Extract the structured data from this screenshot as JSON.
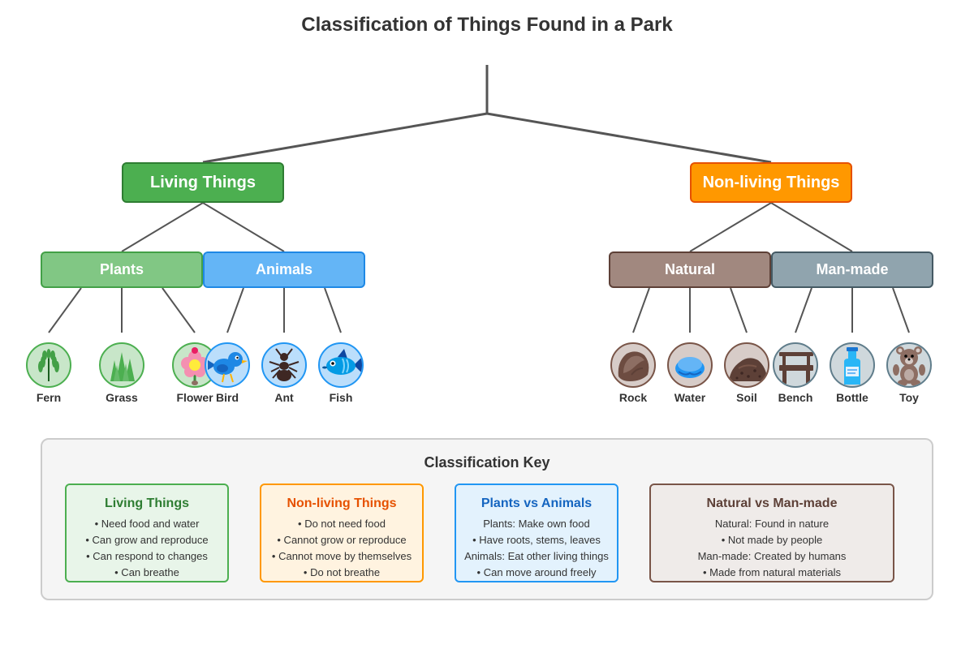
{
  "title": "Classification of Things Found in a Park",
  "colors": {
    "living": "#4caf50",
    "nonliving": "#ff9800",
    "plants": "#81c784",
    "animals": "#64b5f6",
    "natural": "#a1887f",
    "manmade": "#90a4ae",
    "line": "#555555"
  },
  "tree": {
    "living": {
      "label": "Living Things",
      "plants": {
        "label": "Plants",
        "items": [
          {
            "label": "Fern",
            "icon": "fern-icon"
          },
          {
            "label": "Grass",
            "icon": "grass-icon"
          },
          {
            "label": "Flower",
            "icon": "flower-icon"
          }
        ]
      },
      "animals": {
        "label": "Animals",
        "items": [
          {
            "label": "Bird",
            "icon": "bird-icon"
          },
          {
            "label": "Ant",
            "icon": "ant-icon"
          },
          {
            "label": "Fish",
            "icon": "fish-icon"
          }
        ]
      }
    },
    "nonliving": {
      "label": "Non-living Things",
      "natural": {
        "label": "Natural",
        "items": [
          {
            "label": "Rock",
            "icon": "rock-icon"
          },
          {
            "label": "Water",
            "icon": "water-icon"
          },
          {
            "label": "Soil",
            "icon": "soil-icon"
          }
        ]
      },
      "manmade": {
        "label": "Man-made",
        "items": [
          {
            "label": "Bench",
            "icon": "bench-icon"
          },
          {
            "label": "Bottle",
            "icon": "bottle-icon"
          },
          {
            "label": "Toy",
            "icon": "toy-icon"
          }
        ]
      }
    }
  },
  "key": {
    "title": "Classification Key",
    "boxes": [
      {
        "title": "Living Things",
        "lines": [
          "• Need food and water",
          "• Can grow and reproduce",
          "• Can respond to changes",
          "• Can breathe"
        ]
      },
      {
        "title": "Non-living Things",
        "lines": [
          "• Do not need food",
          "• Cannot grow or reproduce",
          "• Cannot move by themselves",
          "• Do not breathe"
        ]
      },
      {
        "title": "Plants vs Animals",
        "lines": [
          "Plants: Make own food",
          "• Have roots, stems, leaves",
          "Animals: Eat other living things",
          "• Can move around freely"
        ]
      },
      {
        "title": "Natural vs Man-made",
        "lines": [
          "Natural: Found in nature",
          "• Not made by people",
          "Man-made: Created by humans",
          "• Made from natural materials"
        ]
      }
    ]
  }
}
